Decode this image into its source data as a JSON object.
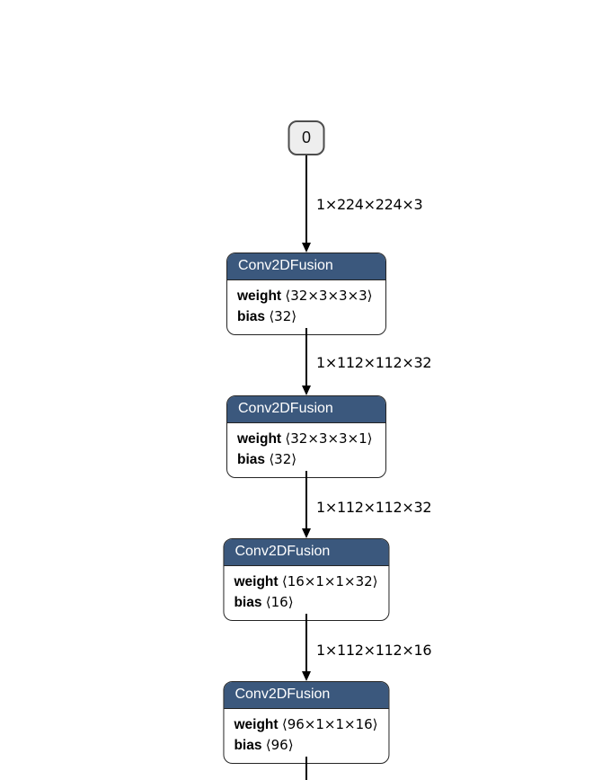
{
  "diagram": {
    "input_node": {
      "label": "0"
    },
    "nodes": [
      {
        "title": "Conv2DFusion",
        "params": [
          {
            "name": "weight",
            "value": "⟨32×3×3×3⟩"
          },
          {
            "name": "bias",
            "value": "⟨32⟩"
          }
        ]
      },
      {
        "title": "Conv2DFusion",
        "params": [
          {
            "name": "weight",
            "value": "⟨32×3×3×1⟩"
          },
          {
            "name": "bias",
            "value": "⟨32⟩"
          }
        ]
      },
      {
        "title": "Conv2DFusion",
        "params": [
          {
            "name": "weight",
            "value": "⟨16×1×1×32⟩"
          },
          {
            "name": "bias",
            "value": "⟨16⟩"
          }
        ]
      },
      {
        "title": "Conv2DFusion",
        "params": [
          {
            "name": "weight",
            "value": "⟨96×1×1×16⟩"
          },
          {
            "name": "bias",
            "value": "⟨96⟩"
          }
        ]
      }
    ],
    "edges": [
      {
        "label": "1×224×224×3"
      },
      {
        "label": "1×112×112×32"
      },
      {
        "label": "1×112×112×32"
      },
      {
        "label": "1×112×112×16"
      },
      {
        "label": ""
      }
    ],
    "colors": {
      "node_header_bg": "#3b587d",
      "node_header_text": "#ffffff",
      "node_body_bg": "#ffffff",
      "node_border": "#242424",
      "input_node_bg": "#eeeeee",
      "input_node_border": "#4d4d4d",
      "edge_color": "#000000",
      "background": "#ffffff"
    }
  }
}
